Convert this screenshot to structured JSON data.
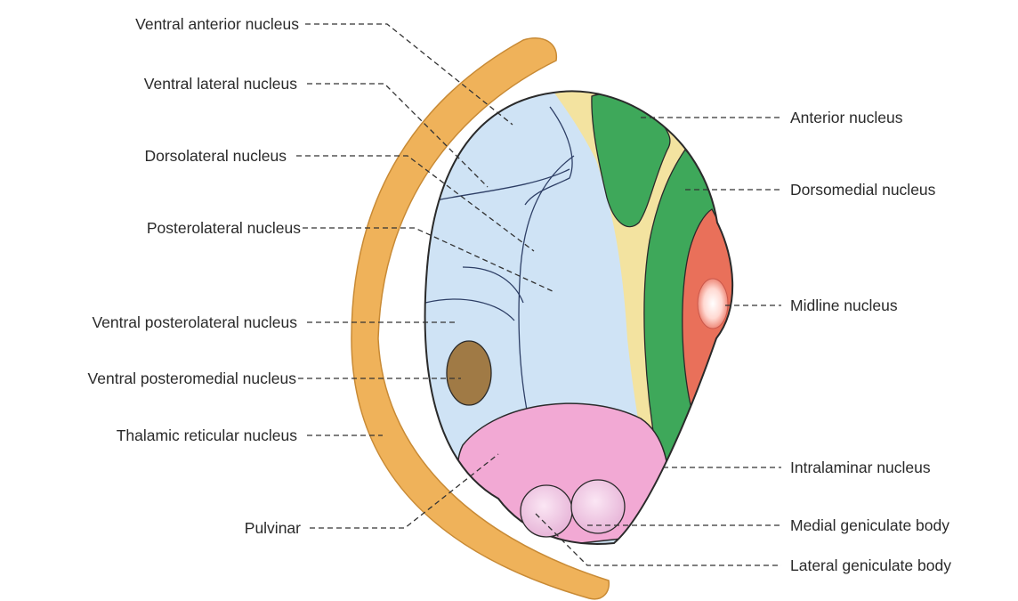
{
  "colors": {
    "lateral_nuclei": "#cfe3f5",
    "medial_nuclei": "#3ea85a",
    "internal_lamina": "#f3e3a0",
    "midline": "#e9705a",
    "pulvinar": "#f2a9d4",
    "reticular": "#efb25a",
    "ventral_posteromedial": "#a07a45"
  },
  "labels": {
    "ventral_anterior": "Ventral anterior nucleus",
    "ventral_lateral": "Ventral lateral nucleus",
    "dorsolateral": "Dorsolateral nucleus",
    "posterolateral": "Posterolateral nucleus",
    "ventral_posterolateral": "Ventral posterolateral nucleus",
    "ventral_posteromedial": "Ventral posteromedial nucleus",
    "thalamic_reticular": "Thalamic reticular nucleus",
    "pulvinar": "Pulvinar",
    "anterior": "Anterior nucleus",
    "dorsomedial": "Dorsomedial nucleus",
    "midline": "Midline nucleus",
    "intralaminar": "Intralaminar nucleus",
    "medial_geniculate": "Medial geniculate body",
    "lateral_geniculate": "Lateral geniculate body"
  }
}
